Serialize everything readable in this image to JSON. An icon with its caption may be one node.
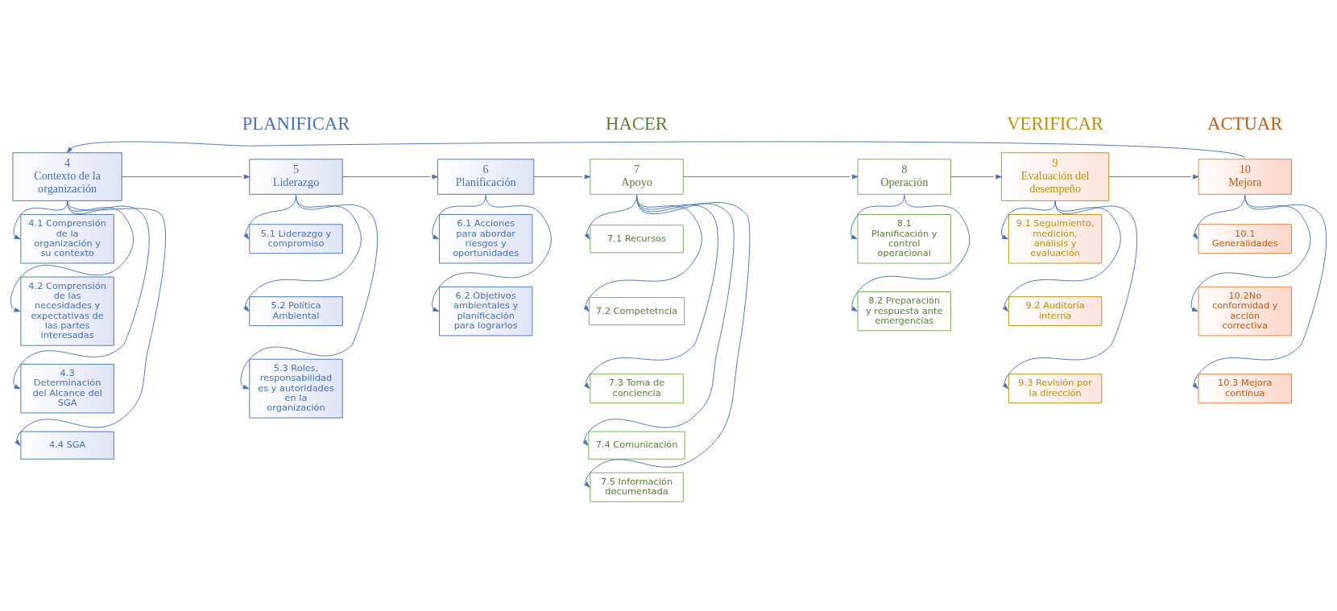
{
  "diagram": {
    "nodes": [
      {
        "text": [
          "4",
          "Contexto de la organización"
        ]
      },
      {
        "text": [
          "4.1 Comprensión de la organización y su contexto"
        ]
      },
      {
        "text": [
          "4.2 Comprensión de las necesidades y expectativas de las partes interesadas"
        ]
      },
      {
        "text": [
          "4.3 Determinación del Alcance del SGA"
        ]
      },
      {
        "text": [
          "4.4 SGA"
        ]
      },
      {
        "text": [
          "5",
          "Liderazgo"
        ]
      },
      {
        "text": [
          "5.1 Liderazgo y compromiso"
        ]
      },
      {
        "text": [
          "5.2 Política Ambiental"
        ]
      },
      {
        "text": [
          "5.3 Roles, responsabilidad es y autoridades en la organización"
        ]
      },
      {
        "text": [
          "6",
          "Planificación"
        ]
      },
      {
        "text": [
          "6.1 Acciones para abordar riesgos y oportunidades"
        ]
      },
      {
        "text": [
          "6.2 Objetivos ambientales y planificación para lograrlos"
        ]
      },
      {
        "text": [
          "7",
          "Apoyo"
        ]
      },
      {
        "text": [
          "7.1 Recursos"
        ]
      },
      {
        "text": [
          "7.2 Competetncia"
        ]
      },
      {
        "text": [
          "7.3 Toma de conciencia"
        ]
      },
      {
        "text": [
          "7.4 Comunicación"
        ]
      },
      {
        "text": [
          "7.5 Información documentada"
        ]
      },
      {
        "text": [
          "8",
          "Operación"
        ]
      },
      {
        "text": [
          "8.1 Planificación y control operacional"
        ]
      },
      {
        "text": [
          "8.2 Preparación y respuesta ante emergencias"
        ]
      },
      {
        "text": [
          "9",
          "Evaluación del desempeño"
        ]
      },
      {
        "text": [
          "9.1 Seguimiento, medición, análisis y evaluación"
        ]
      },
      {
        "text": [
          "9.2 Auditoría interna"
        ]
      },
      {
        "text": [
          "9.3 Revisión por la dirección"
        ]
      },
      {
        "text": [
          "10",
          "Mejora"
        ]
      },
      {
        "text": [
          "10.1 Generalidades"
        ]
      },
      {
        "text": [
          "10.2No conformidad y acción correctiva"
        ]
      },
      {
        "text": [
          "10.3 Mejora continua"
        ]
      }
    ],
    "edges": [
      {
        "from": 0,
        "to": 5,
        "arrow": "to"
      },
      {
        "from": 5,
        "to": 9,
        "arrow": "to"
      },
      {
        "from": 9,
        "to": 12,
        "arrow": "to"
      },
      {
        "from": 12,
        "to": 18,
        "arrow": "to"
      },
      {
        "from": 18,
        "to": 21,
        "arrow": "to"
      },
      {
        "from": 21,
        "to": 25,
        "arrow": "to"
      },
      {
        "from": 25,
        "to": 0,
        "arrow": "to"
      },
      {
        "from": 0,
        "to": 1,
        "arrow": "to"
      },
      {
        "from": 0,
        "to": 2,
        "arrow": "to"
      },
      {
        "from": 0,
        "to": 3,
        "arrow": "to"
      },
      {
        "from": 0,
        "to": 4,
        "arrow": "to"
      },
      {
        "from": 5,
        "to": 6,
        "arrow": "to"
      },
      {
        "from": 5,
        "to": 7,
        "arrow": "to"
      },
      {
        "from": 5,
        "to": 8,
        "arrow": "to"
      },
      {
        "from": 9,
        "to": 10,
        "arrow": "to"
      },
      {
        "from": 9,
        "to": 11,
        "arrow": "to"
      },
      {
        "from": 12,
        "to": 13,
        "arrow": "to"
      },
      {
        "from": 12,
        "to": 14,
        "arrow": "to"
      },
      {
        "from": 12,
        "to": 15,
        "arrow": "to"
      },
      {
        "from": 12,
        "to": 16,
        "arrow": "to"
      },
      {
        "from": 12,
        "to": 17,
        "arrow": "to"
      },
      {
        "from": 18,
        "to": 19,
        "arrow": "to"
      },
      {
        "from": 18,
        "to": 20,
        "arrow": "to"
      },
      {
        "from": 21,
        "to": 22,
        "arrow": "to"
      },
      {
        "from": 21,
        "to": 23,
        "arrow": "to"
      },
      {
        "from": 21,
        "to": 24,
        "arrow": "to"
      },
      {
        "from": 25,
        "to": 26,
        "arrow": "to"
      },
      {
        "from": 25,
        "to": 27,
        "arrow": "to"
      },
      {
        "from": 25,
        "to": 28,
        "arrow": "to"
      }
    ],
    "labels": [
      "PLANIFICAR",
      "HACER",
      "VERIFICAR",
      "ACTUAR"
    ]
  }
}
